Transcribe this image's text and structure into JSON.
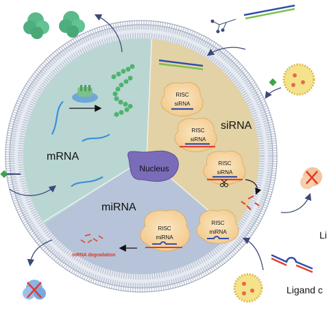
{
  "labels": {
    "mrna": "mRNA",
    "sirna": "siRNA",
    "mirna": "miRNA",
    "nucleus": "Nucleus",
    "risc": "RISC",
    "sirna_small": "siRNA",
    "mirna_small": "miRNA",
    "degradation": "mRNA degradation",
    "lipid_partial": "Li",
    "ligand_partial": "Ligand c"
  },
  "colors": {
    "membrane": "#9aa4b8",
    "mrna_region": "#b9d6d3",
    "sirna_region": "#e2d2a6",
    "mirna_region": "#b7c3d8",
    "nucleus": "#7a6cb8",
    "risc": "#f7d9a8",
    "protein": "#5bb98a",
    "rna_strand": "#3d8fd6",
    "red_strand": "#e0402c",
    "arrow": "#3a4a78"
  },
  "icons": [
    "protein-icon",
    "lipid-nanoparticle-icon",
    "rna-duplex-icon",
    "ribosome-icon",
    "scissors-icon",
    "cross-icon",
    "ligand-icon"
  ]
}
